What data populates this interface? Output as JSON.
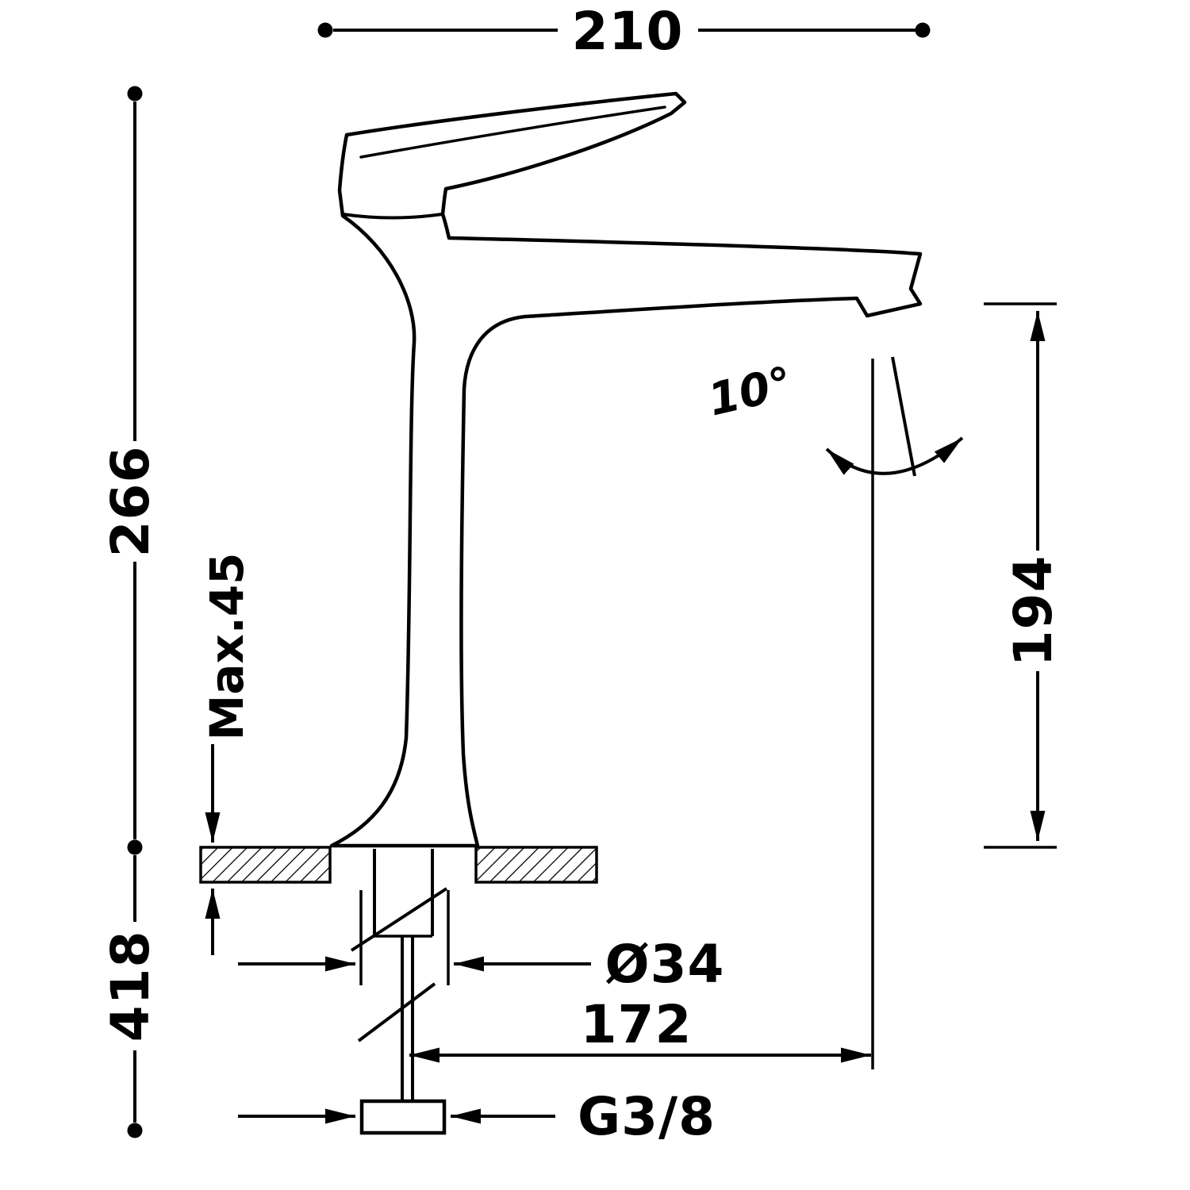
{
  "drawing": {
    "title": "Tall single-lever basin mixer faucet - dimensioned technical side view",
    "background_color": "#ffffff",
    "line_color": "#000000",
    "labels": {
      "width_top": "210",
      "height_above_counter": "266",
      "height_total": "418",
      "max_counter_thickness": "Max.45",
      "spout_outlet_height": "194",
      "spout_reach": "172",
      "hole_diameter": "Ø34",
      "connection_thread": "G3/8",
      "spout_angle": "10°"
    }
  }
}
